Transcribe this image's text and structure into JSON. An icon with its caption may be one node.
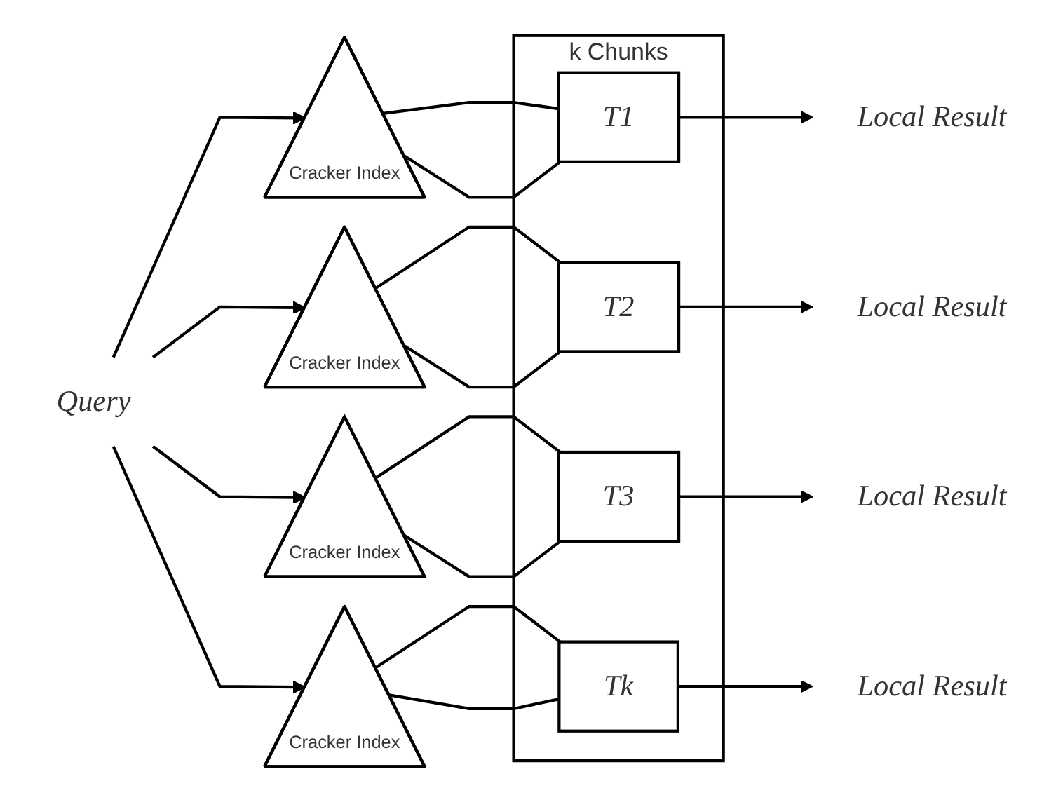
{
  "diagram": {
    "nodes": [
      {
        "text": [
          "Query"
        ]
      },
      {
        "text": [
          "Cracker Index"
        ]
      },
      {
        "text": [
          "Cracker Index"
        ]
      },
      {
        "text": [
          "Cracker Index"
        ]
      },
      {
        "text": [
          "Cracker Index"
        ]
      },
      {
        "text": [
          "k Chunks"
        ]
      },
      {
        "text": [
          "T1"
        ],
        "in": 5
      },
      {
        "text": [
          "T2"
        ],
        "in": 5
      },
      {
        "text": [
          "T3"
        ],
        "in": 5
      },
      {
        "text": [
          "Tk"
        ],
        "in": 5
      },
      {
        "text": [
          "Local Result"
        ]
      },
      {
        "text": [
          "Local Result"
        ]
      },
      {
        "text": [
          "Local Result"
        ]
      },
      {
        "text": [
          "Local Result"
        ]
      }
    ],
    "edges": [
      {
        "from": 0,
        "to": 1,
        "arrow": "to"
      },
      {
        "from": 0,
        "to": 2,
        "arrow": "to"
      },
      {
        "from": 0,
        "to": 3,
        "arrow": "to"
      },
      {
        "from": 0,
        "to": 4,
        "arrow": "to"
      },
      {
        "from": 1,
        "to": 6,
        "arrow": "none"
      },
      {
        "from": 1,
        "to": 6,
        "arrow": "none"
      },
      {
        "from": 2,
        "to": 7,
        "arrow": "none"
      },
      {
        "from": 2,
        "to": 7,
        "arrow": "none"
      },
      {
        "from": 3,
        "to": 8,
        "arrow": "none"
      },
      {
        "from": 3,
        "to": 8,
        "arrow": "none"
      },
      {
        "from": 4,
        "to": 9,
        "arrow": "none"
      },
      {
        "from": 4,
        "to": 9,
        "arrow": "none"
      },
      {
        "from": 6,
        "to": 10,
        "arrow": "to"
      },
      {
        "from": 7,
        "to": 11,
        "arrow": "to"
      },
      {
        "from": 8,
        "to": 12,
        "arrow": "to"
      },
      {
        "from": 9,
        "to": 13,
        "arrow": "to"
      }
    ]
  }
}
